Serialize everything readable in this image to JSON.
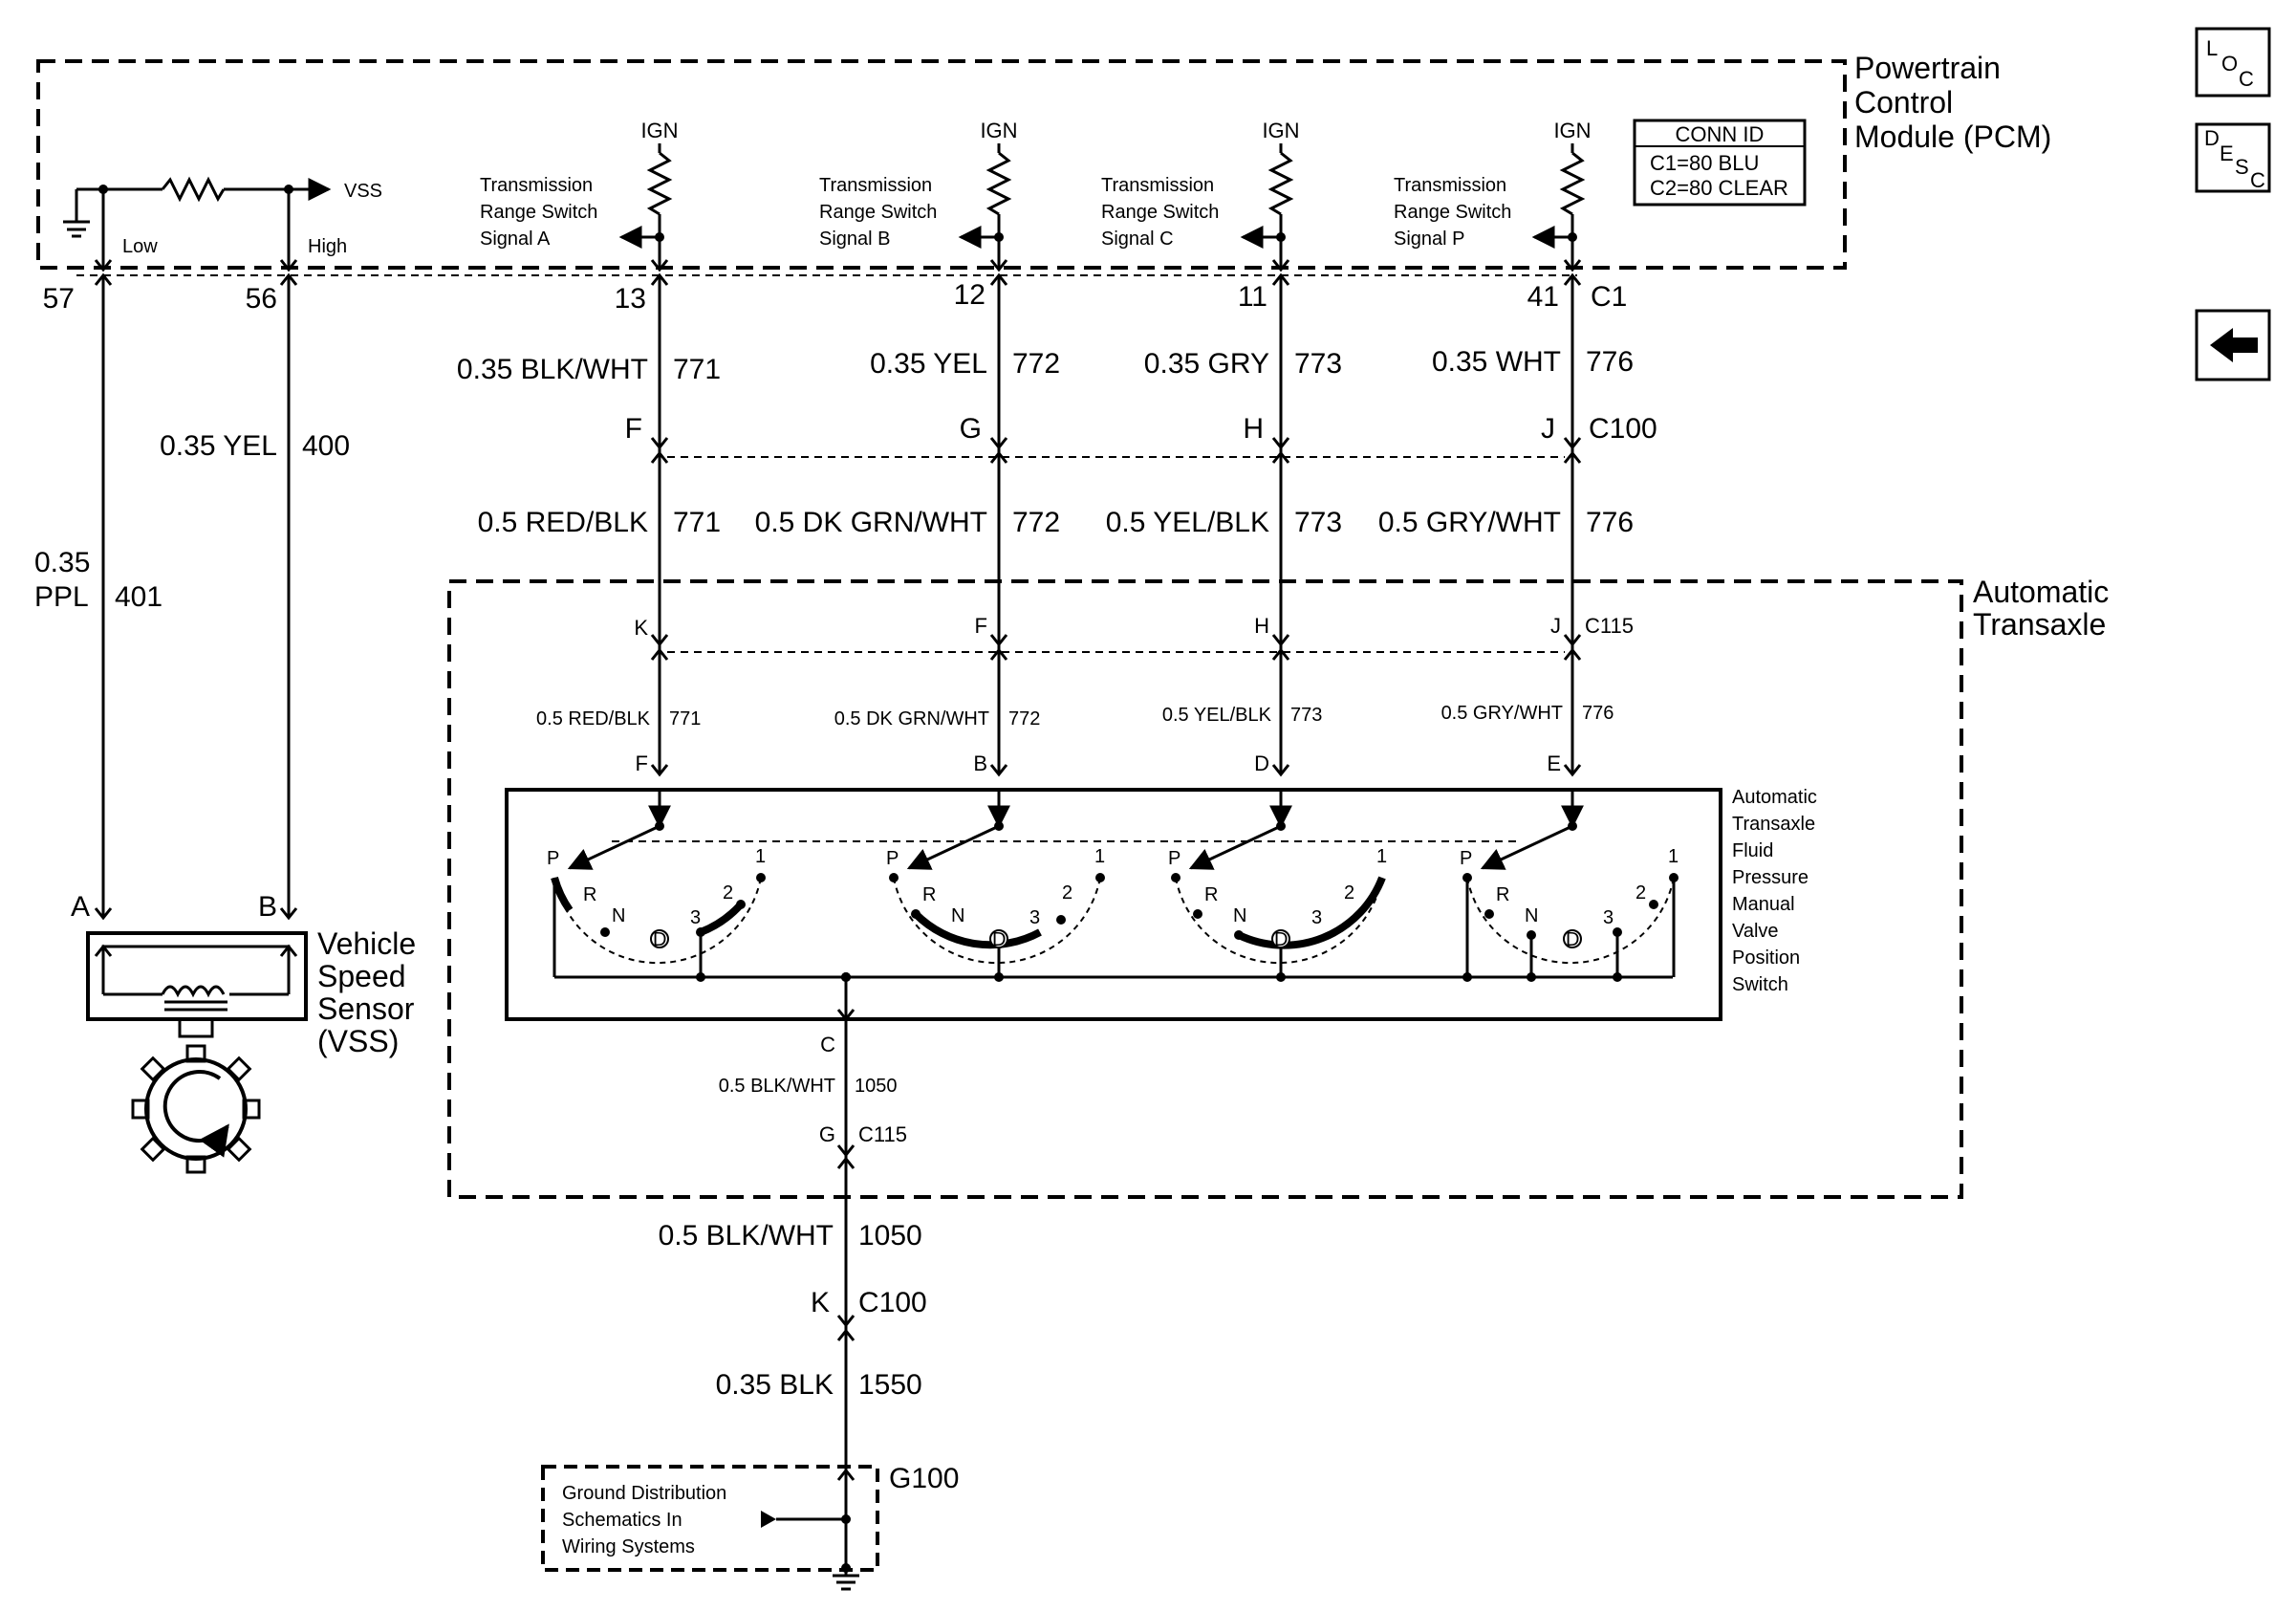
{
  "nav_buttons": {
    "loc": {
      "l": "L",
      "o": "O",
      "c": "C"
    },
    "desc": {
      "d": "D",
      "e": "E",
      "s": "S",
      "c": "C"
    }
  },
  "pcm": {
    "name_lines": [
      "Powertrain",
      "Control",
      "Module (PCM)"
    ],
    "vss_label": "VSS",
    "low_label": "Low",
    "high_label": "High",
    "ign_label": "IGN",
    "switch_labels": [
      [
        "Transmission",
        "Range Switch",
        "Signal A"
      ],
      [
        "Transmission",
        "Range Switch",
        "Signal B"
      ],
      [
        "Transmission",
        "Range Switch",
        "Signal C"
      ],
      [
        "Transmission",
        "Range Switch",
        "Signal P"
      ]
    ],
    "conn_id": {
      "title": "CONN ID",
      "c1": "C1=80 BLU",
      "c2": "C2=80 CLEAR"
    },
    "connector": "C1"
  },
  "vss_circuit": {
    "pins": [
      "57",
      "56"
    ],
    "wire_401": {
      "gauge_line1": "0.35",
      "gauge_line2": "PPL",
      "circuit": "401"
    },
    "wire_400": {
      "gauge": "0.35 YEL",
      "circuit": "400"
    },
    "sensor_pins": [
      "A",
      "B"
    ],
    "sensor_label_lines": [
      "Vehicle",
      "Speed",
      "Sensor",
      "(VSS)"
    ]
  },
  "signal_circuits": {
    "pcm_pins": [
      "13",
      "12",
      "11",
      "41"
    ],
    "upper_wires": [
      {
        "gauge": "0.35 BLK/WHT",
        "circuit": "771"
      },
      {
        "gauge": "0.35 YEL",
        "circuit": "772"
      },
      {
        "gauge": "0.35 GRY",
        "circuit": "773"
      },
      {
        "gauge": "0.35 WHT",
        "circuit": "776"
      }
    ],
    "c100_pins": [
      "F",
      "G",
      "H",
      "J"
    ],
    "c100_label": "C100",
    "middle_wires": [
      {
        "gauge": "0.5 RED/BLK",
        "circuit": "771"
      },
      {
        "gauge": "0.5 DK GRN/WHT",
        "circuit": "772"
      },
      {
        "gauge": "0.5 YEL/BLK",
        "circuit": "773"
      },
      {
        "gauge": "0.5 GRY/WHT",
        "circuit": "776"
      }
    ],
    "c115_pins": [
      "K",
      "F",
      "H",
      "J"
    ],
    "c115_label": "C115",
    "lower_wires": [
      {
        "gauge": "0.5 RED/BLK",
        "circuit": "771"
      },
      {
        "gauge": "0.5 DK GRN/WHT",
        "circuit": "772"
      },
      {
        "gauge": "0.5 YEL/BLK",
        "circuit": "773"
      },
      {
        "gauge": "0.5 GRY/WHT",
        "circuit": "776"
      }
    ],
    "switch_pins": [
      "F",
      "B",
      "D",
      "E"
    ]
  },
  "transaxle": {
    "name_lines": [
      "Automatic",
      "Transaxle"
    ],
    "switch_label_lines": [
      "Automatic",
      "Transaxle",
      "Fluid",
      "Pressure",
      "Manual",
      "Valve",
      "Position",
      "Switch"
    ],
    "positions": {
      "p": "P",
      "r": "R",
      "n": "N",
      "d": "D",
      "three": "3",
      "two": "2",
      "one": "1"
    }
  },
  "ground_circuit": {
    "switch_pin": "C",
    "wire_inner": {
      "gauge": "0.5 BLK/WHT",
      "circuit": "1050"
    },
    "c115_pin": "G",
    "c115_label": "C115",
    "wire_outer": {
      "gauge": "0.5 BLK/WHT",
      "circuit": "1050"
    },
    "c100_pin": "K",
    "c100_label": "C100",
    "wire_ground": {
      "gauge": "0.35 BLK",
      "circuit": "1550"
    },
    "ground_label": "G100",
    "ground_ref_lines": [
      "Ground Distribution",
      "Schematics In",
      "Wiring Systems"
    ]
  }
}
